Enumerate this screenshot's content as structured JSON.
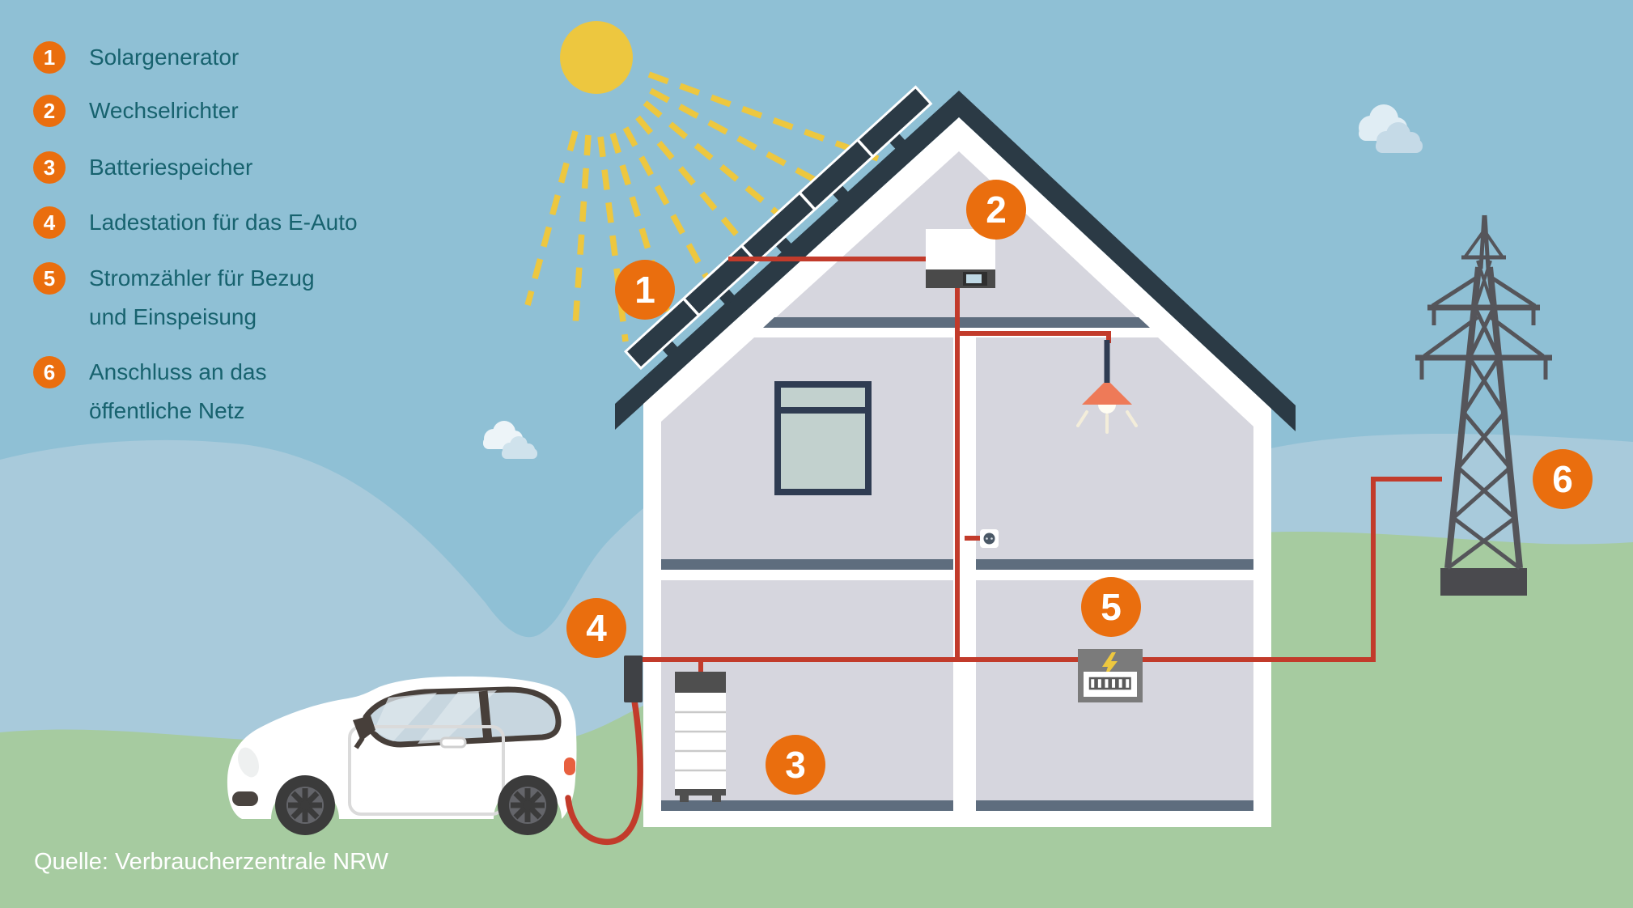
{
  "legend": {
    "items": [
      {
        "number": "1",
        "label": "Solargenerator"
      },
      {
        "number": "2",
        "label": "Wechselrichter"
      },
      {
        "number": "3",
        "label": "Batteriespeicher"
      },
      {
        "number": "4",
        "label": "Ladestation für das E-Auto"
      },
      {
        "number": "5",
        "label": "Stromzähler für Bezug\nund Einspeisung"
      },
      {
        "number": "6",
        "label": "Anschluss an das\nöffentliche Netz"
      }
    ]
  },
  "markers": [
    {
      "number": "1"
    },
    {
      "number": "2"
    },
    {
      "number": "3"
    },
    {
      "number": "4"
    },
    {
      "number": "5"
    },
    {
      "number": "6"
    }
  ],
  "source": {
    "text": "Quelle: Verbraucherzentrale NRW"
  },
  "colors": {
    "sky": "#8fc0d5",
    "hill": "#a8cadb",
    "ground": "#a6cba0",
    "roof": "#2b3a45",
    "interior": "#d6d6de",
    "band": "#5e6d7e",
    "navy": "#2f3c52",
    "wire": "#c23b2b",
    "accent": "#ea6e0e",
    "sun": "#edc73f",
    "teal": "#17626e",
    "lamp": "#ee7a58",
    "metergray": "#7b7b7b",
    "compdark": "#47494d",
    "pylon": "#55555a",
    "cream": "#f3edda"
  }
}
